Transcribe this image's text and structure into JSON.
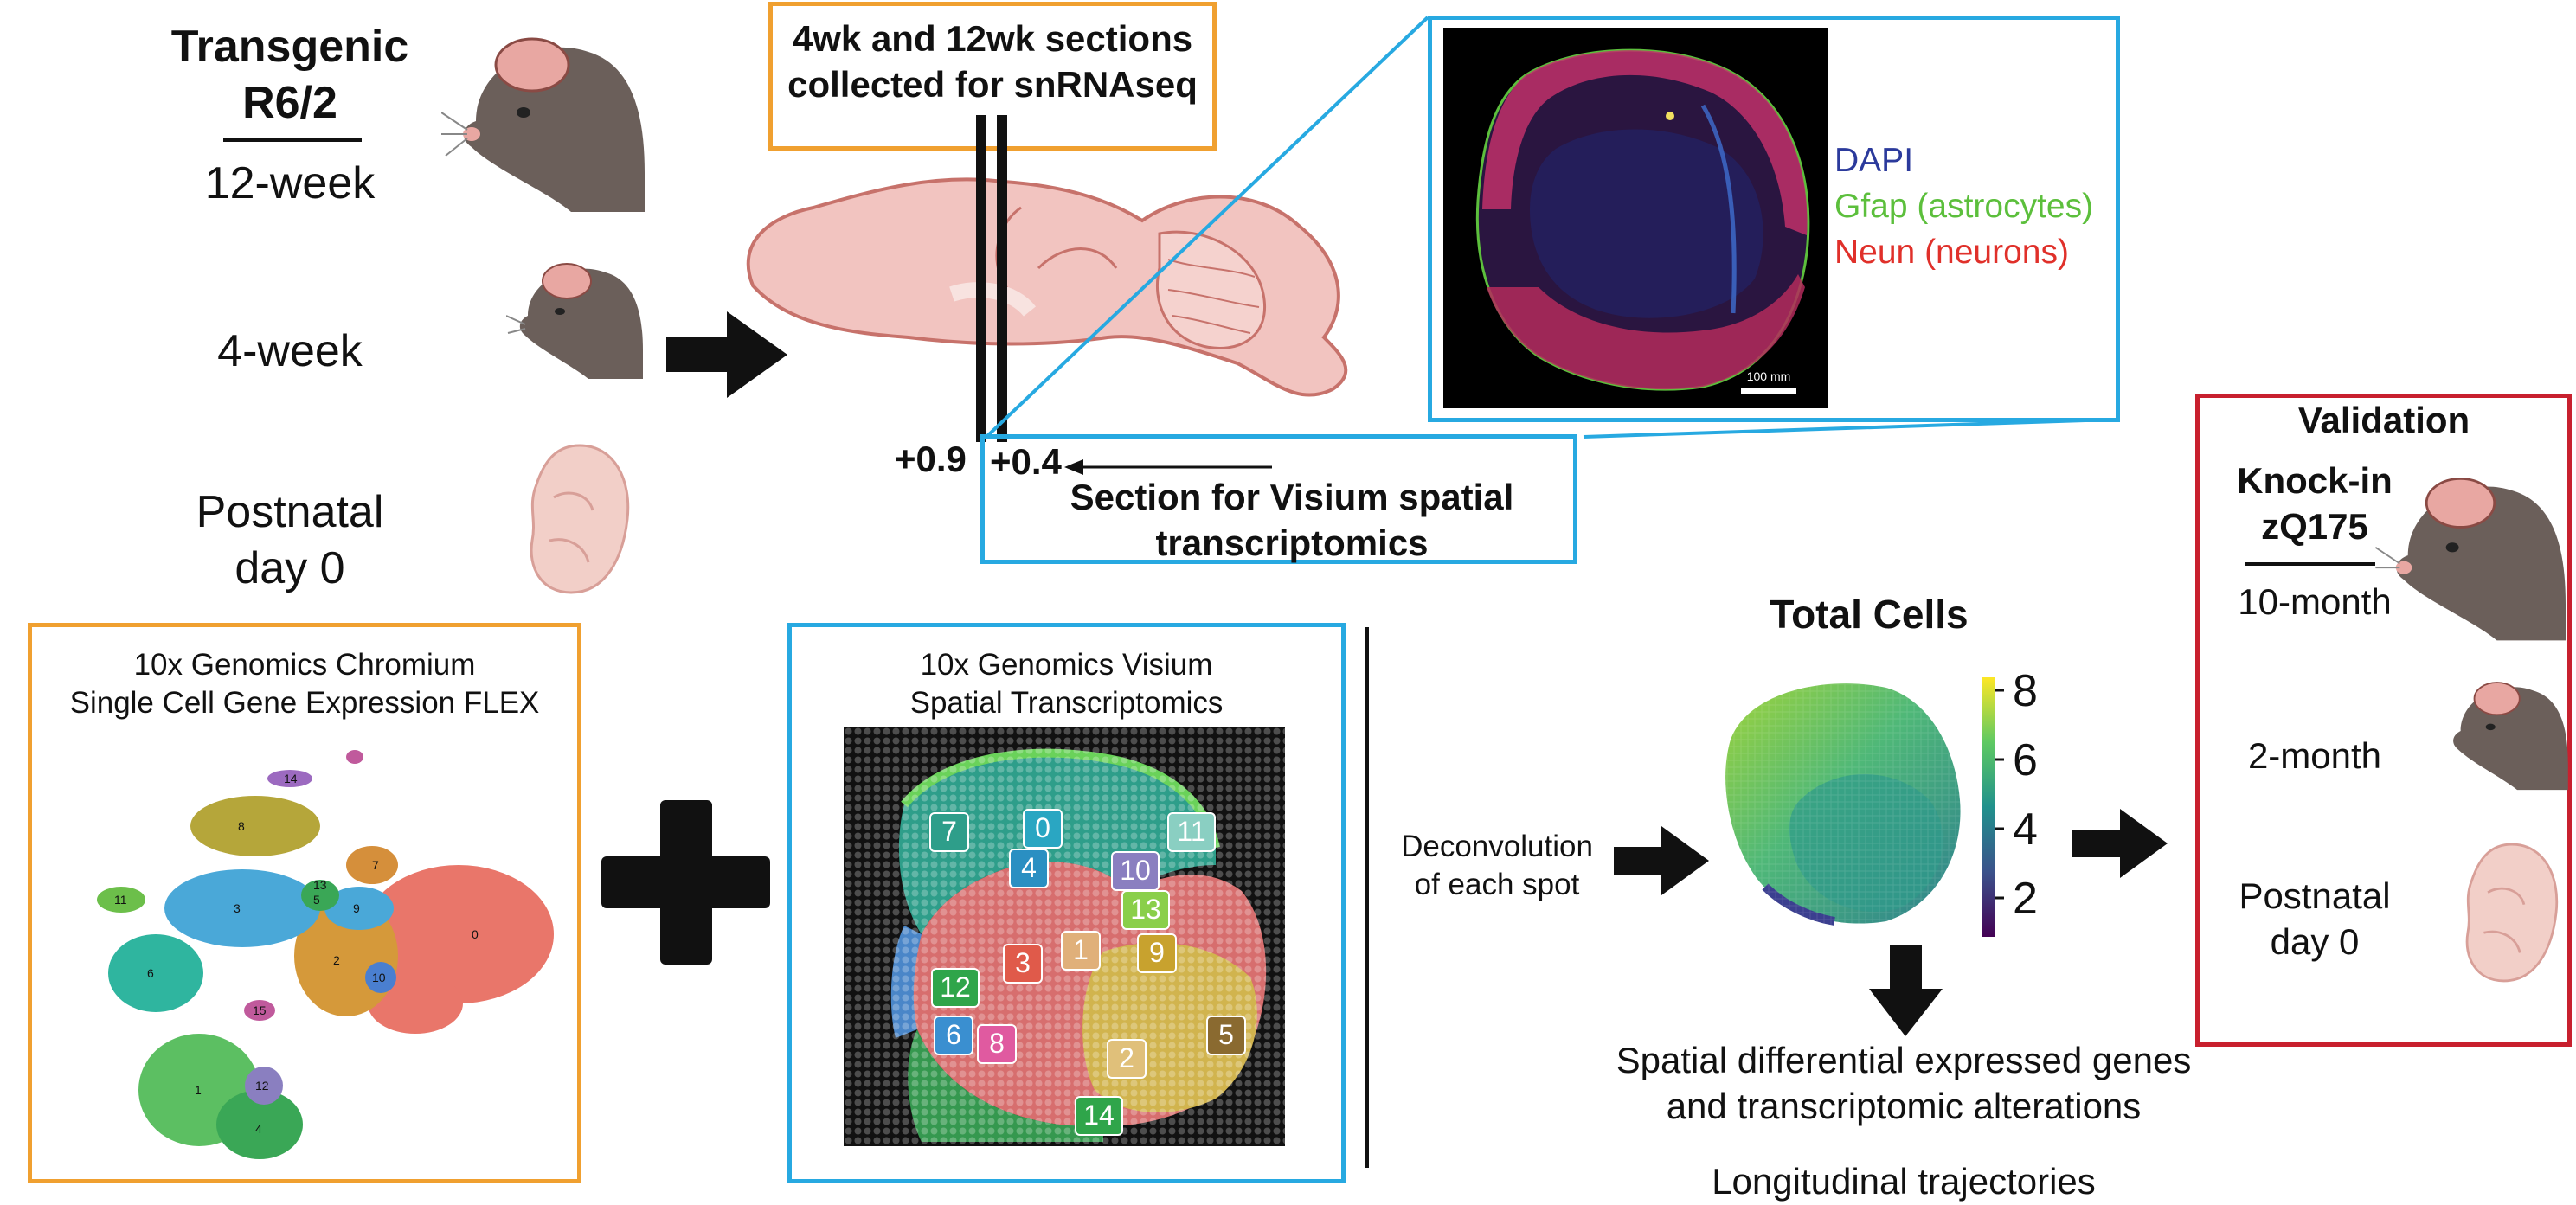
{
  "colors": {
    "orange": "#f0a030",
    "blue": "#27a9e1",
    "red": "#c8202e",
    "brain_fill": "#f2c4c0",
    "brain_stroke": "#c7726b",
    "mouse_fur": "#6b5f5a",
    "pup": "#f2cfc8",
    "dapi": "#2b3a9c",
    "gfap": "#5cbf3c",
    "neun": "#e0302a"
  },
  "transgenic": {
    "title_line1": "Transgenic",
    "title_line2": "R6/2",
    "age1": "12-week",
    "age2": "4-week",
    "age3_line1": "Postnatal",
    "age3_line2": "day 0"
  },
  "sections": {
    "snrna_line1": "4wk and 12wk sections",
    "snrna_line2": "collected for snRNAseq",
    "pos1": "+0.9",
    "pos2": "+0.4",
    "visium_line1": "Section for Visium spatial",
    "visium_line2": "transcriptomics"
  },
  "stain": {
    "dapi": "DAPI",
    "gfap": "Gfap (astrocytes)",
    "neun": "Neun (neurons)",
    "scale": "100 mm"
  },
  "validation": {
    "title": "Validation",
    "model_line1": "Knock-in",
    "model_line2": "zQ175",
    "age1": "10-month",
    "age2": "2-month",
    "age3_line1": "Postnatal",
    "age3_line2": "day 0"
  },
  "chromium": {
    "title_line1": "10x Genomics Chromium",
    "title_line2": "Single Cell Gene Expression FLEX",
    "cluster_labels": [
      "0",
      "1",
      "2",
      "3",
      "4",
      "5",
      "6",
      "7",
      "8",
      "9",
      "10",
      "11",
      "12",
      "13",
      "14",
      "15"
    ]
  },
  "visium": {
    "title_line1": "10x Genomics Visium",
    "title_line2": "Spatial Transcriptomics",
    "cluster_labels": [
      "0",
      "1",
      "2",
      "3",
      "4",
      "5",
      "6",
      "7",
      "8",
      "9",
      "10",
      "11",
      "12",
      "13",
      "14"
    ]
  },
  "deconv": {
    "line1": "Deconvolution",
    "line2": "of each spot"
  },
  "total_cells": {
    "title": "Total Cells",
    "colorbar_ticks": [
      "8",
      "6",
      "4",
      "2"
    ]
  },
  "outputs": {
    "line1": "Spatial differential expressed genes",
    "line2": "and transcriptomic alterations",
    "line3": "Longitudinal trajectories"
  }
}
